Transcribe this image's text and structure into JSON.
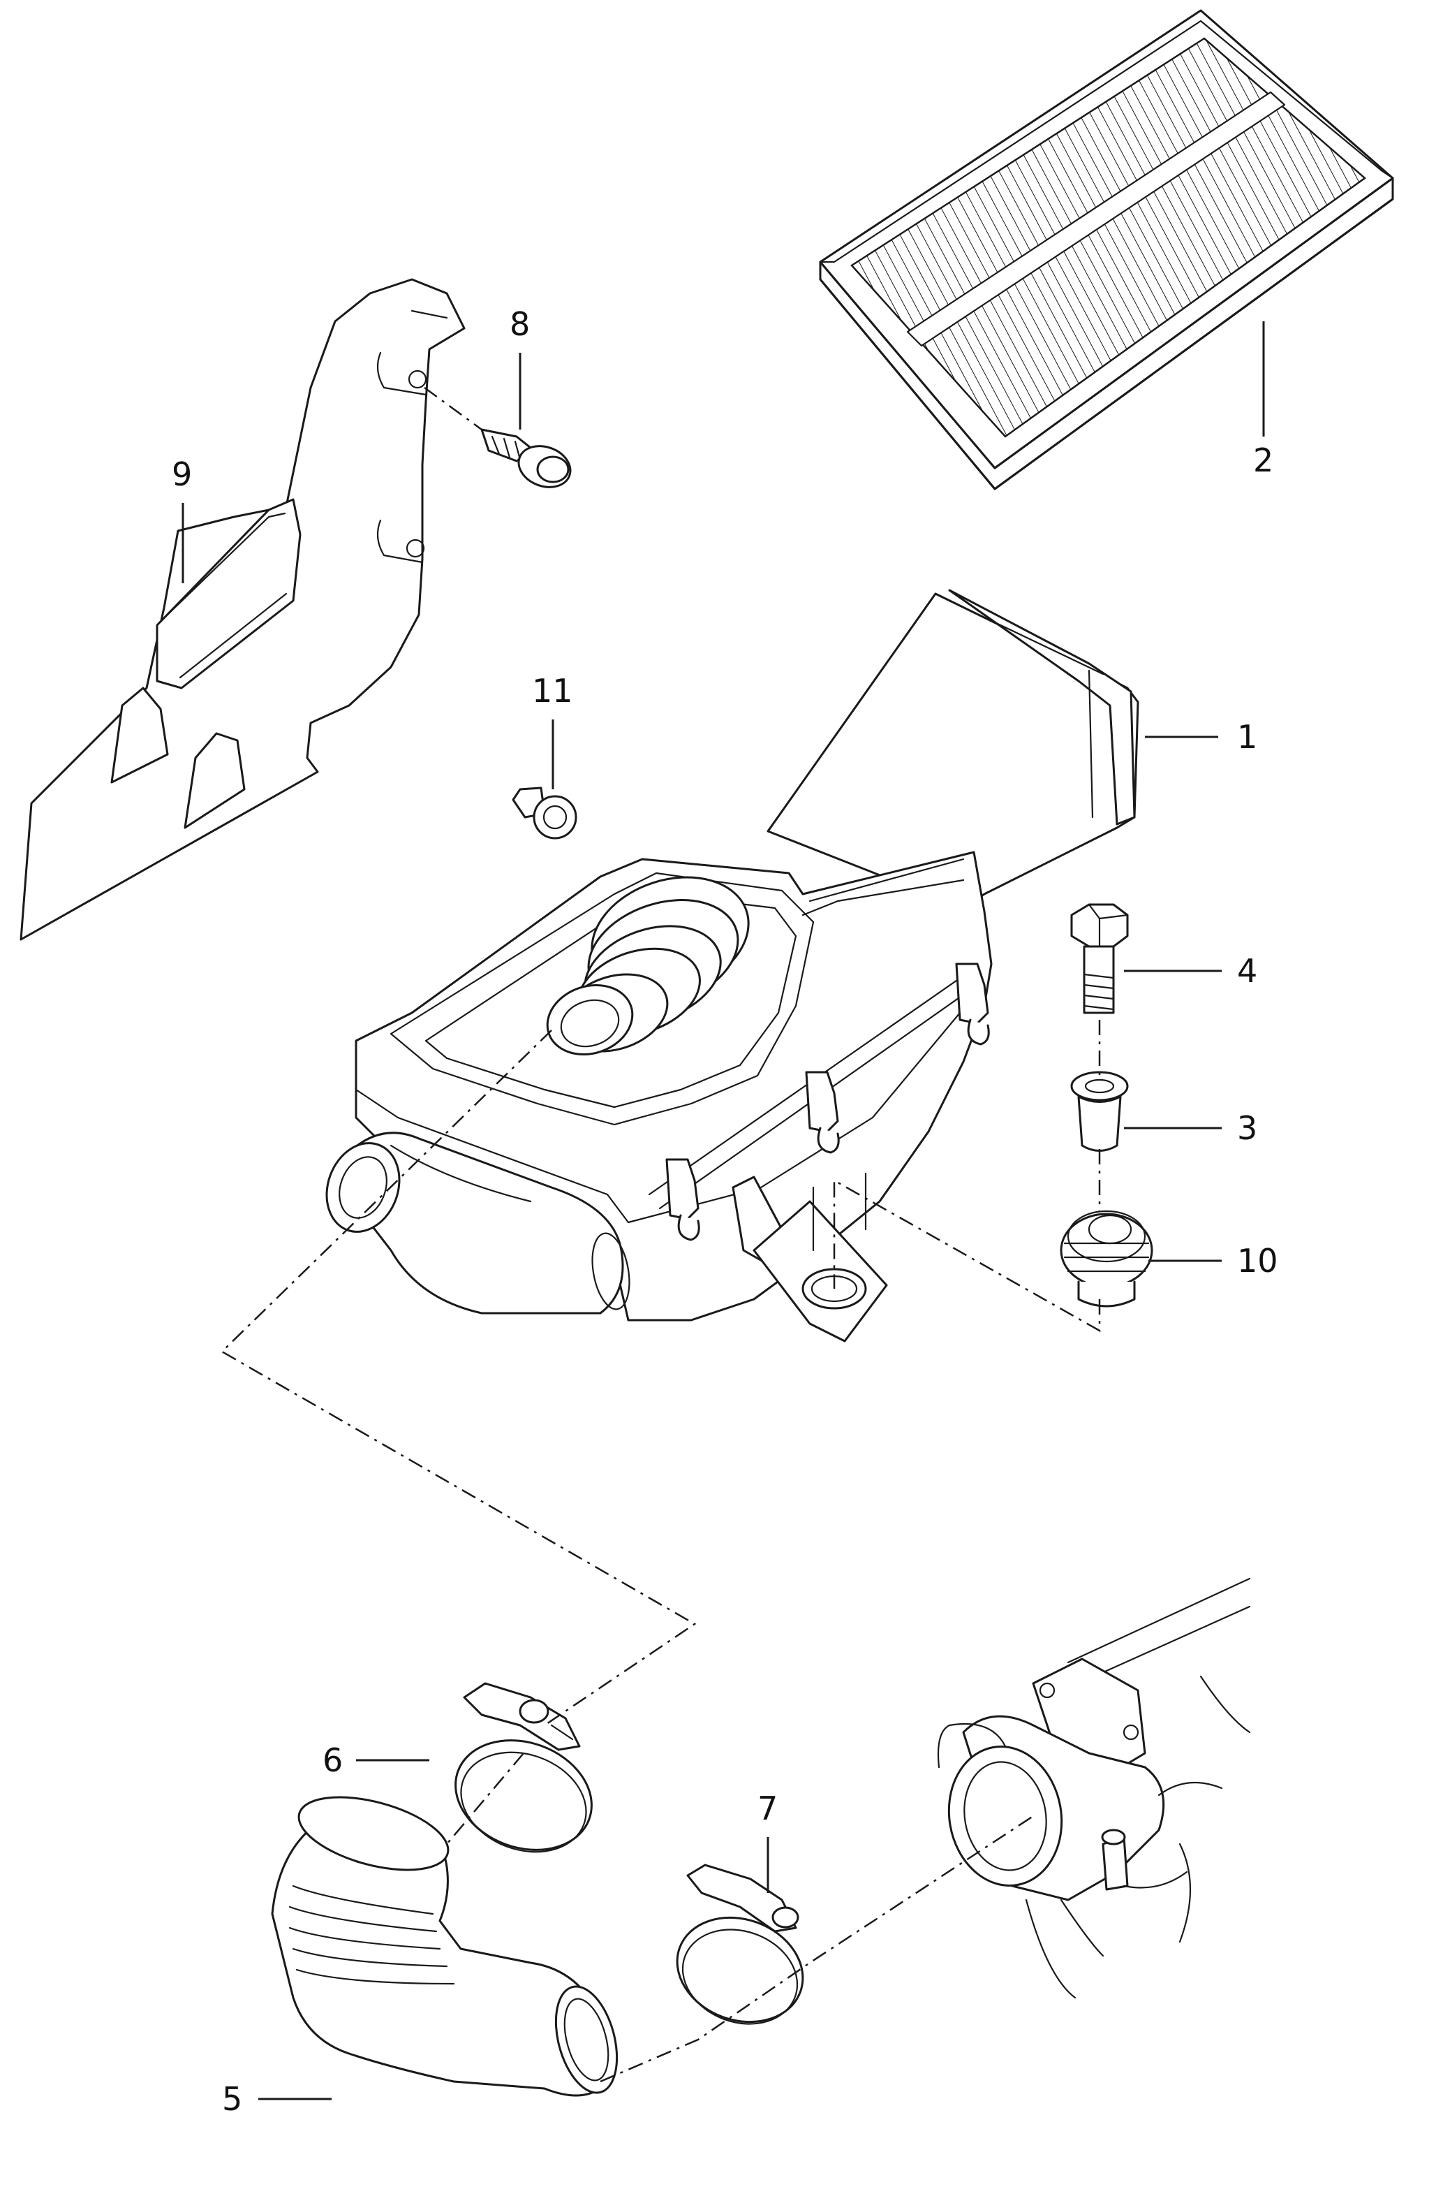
{
  "diagram": {
    "callouts": [
      {
        "id": "1",
        "label": "1"
      },
      {
        "id": "2",
        "label": "2"
      },
      {
        "id": "3",
        "label": "3"
      },
      {
        "id": "4",
        "label": "4"
      },
      {
        "id": "5",
        "label": "5"
      },
      {
        "id": "6",
        "label": "6"
      },
      {
        "id": "7",
        "label": "7"
      },
      {
        "id": "8",
        "label": "8"
      },
      {
        "id": "9",
        "label": "9"
      },
      {
        "id": "10",
        "label": "10"
      },
      {
        "id": "11",
        "label": "11"
      }
    ],
    "colors": {
      "line": "#1a1a1a",
      "background": "#ffffff"
    }
  }
}
